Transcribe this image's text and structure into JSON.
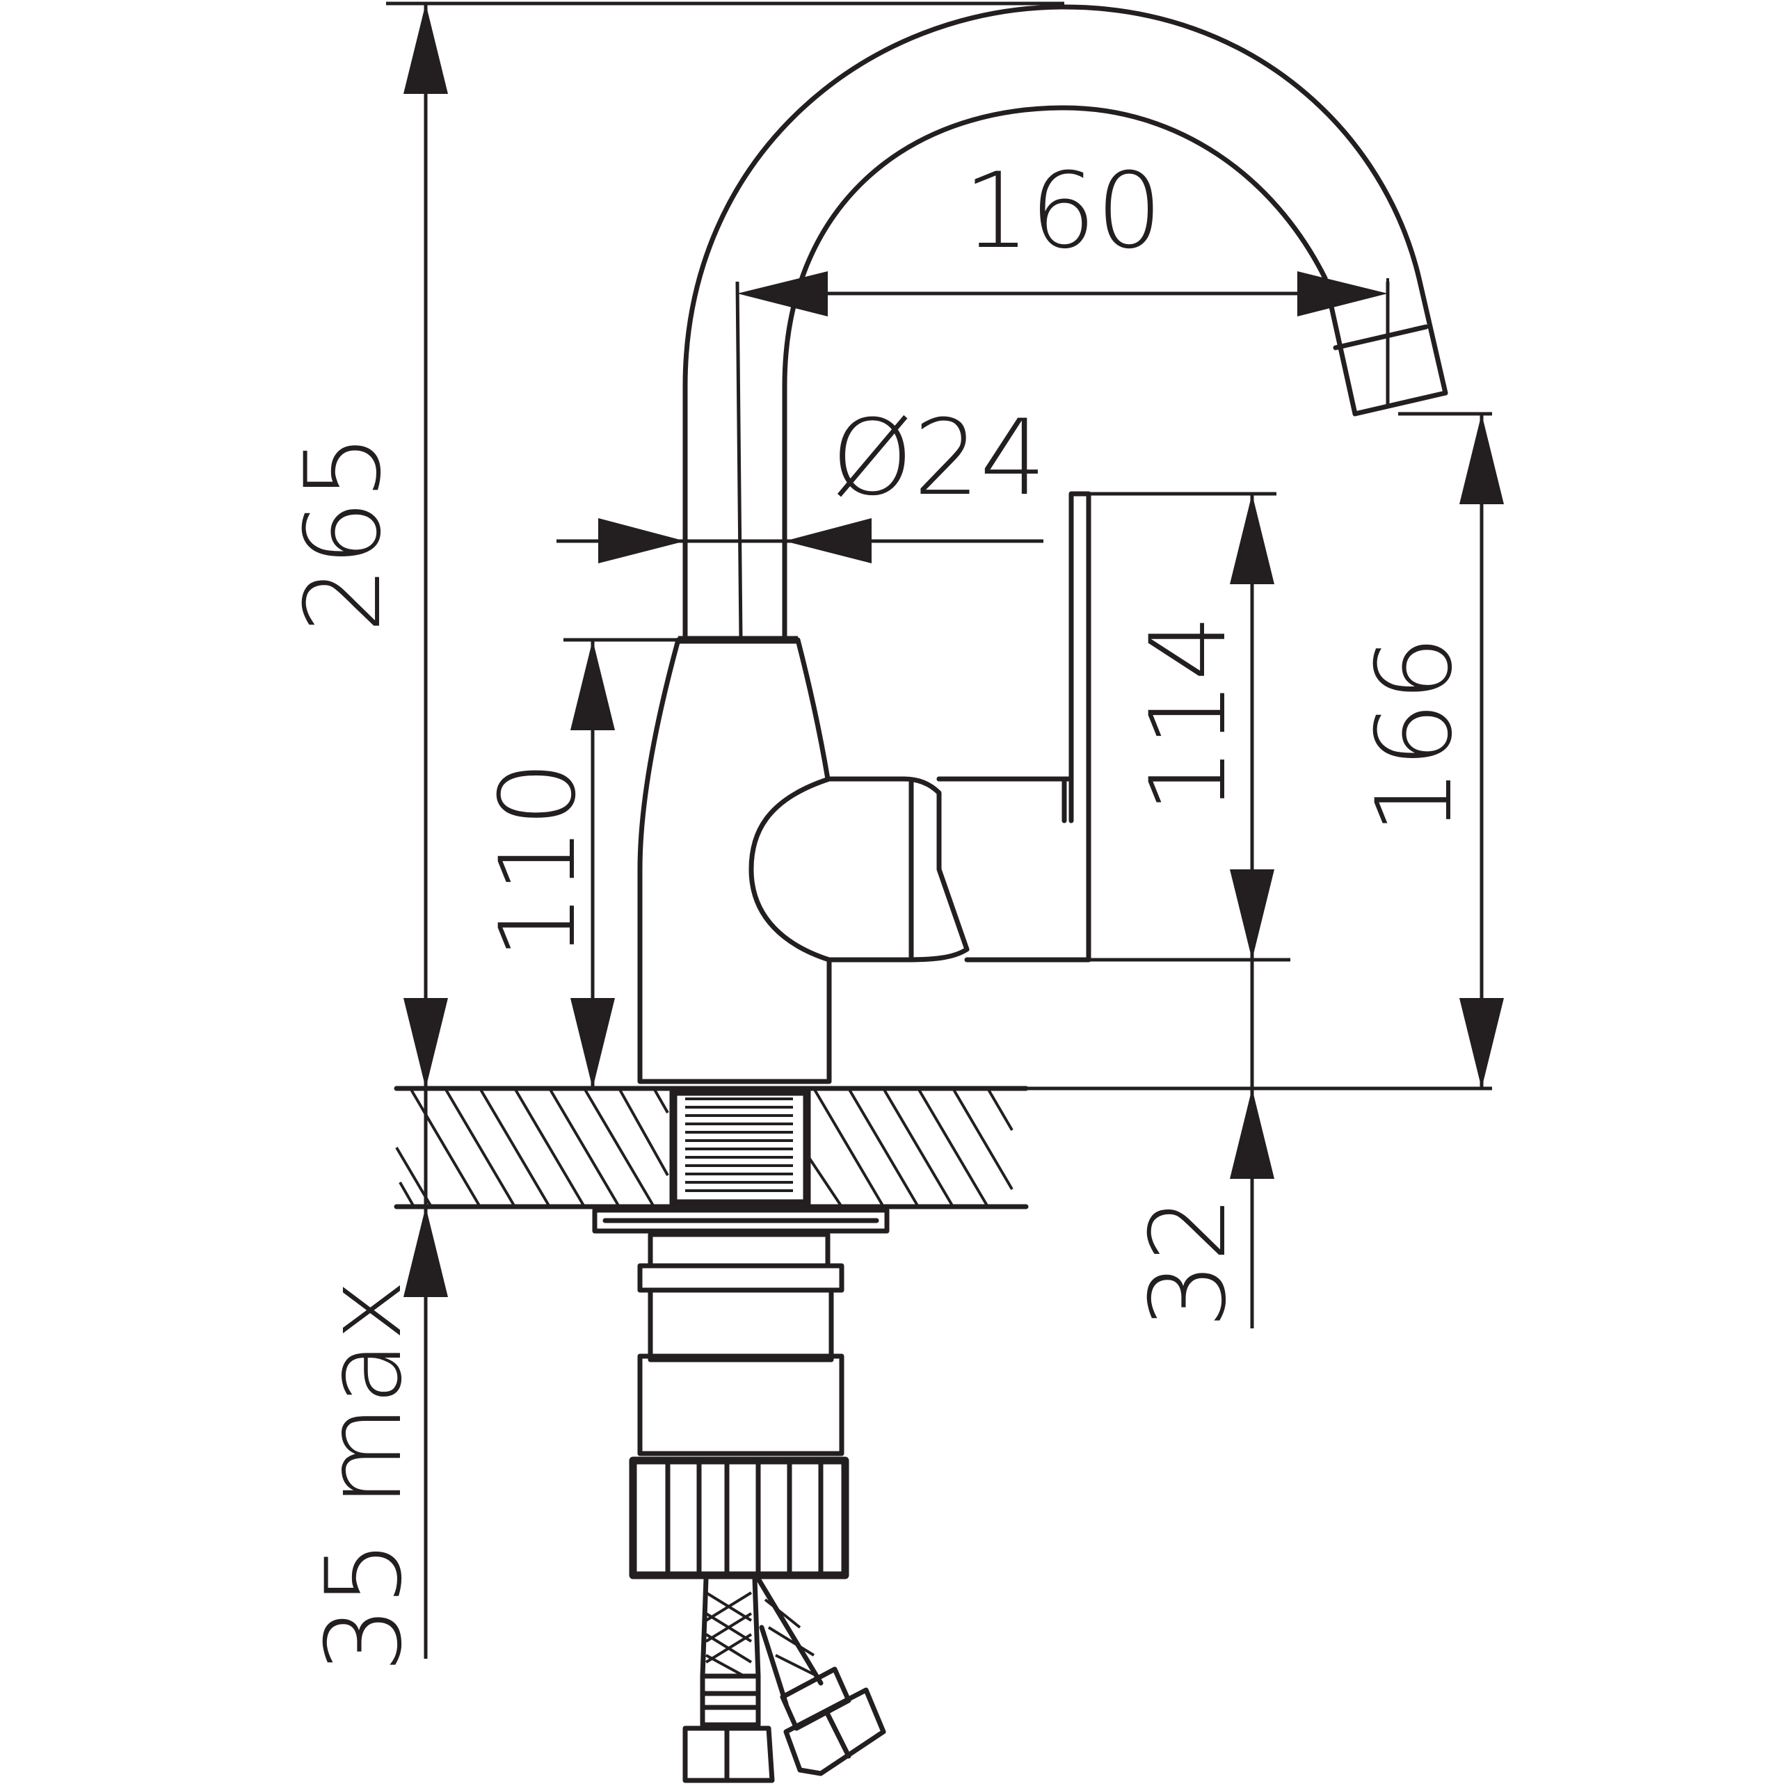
{
  "drawing": {
    "dimensions": {
      "total_height": "265",
      "spout_reach": "160",
      "spout_diameter": "Ø24",
      "body_height": "110",
      "handle_height": "114",
      "outlet_height": "166",
      "counter_bore": "32",
      "max_thickness": "35 max"
    },
    "colors": {
      "line": "#231f20",
      "background": "#ffffff"
    }
  }
}
